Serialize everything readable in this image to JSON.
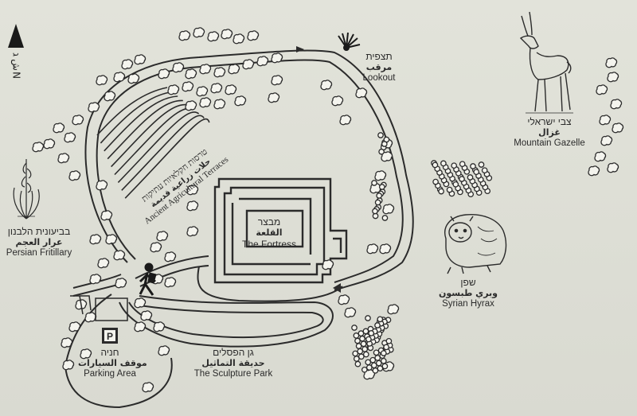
{
  "compass": {
    "icon": "north-arrow-icon",
    "labels": [
      "ג",
      "ش",
      "N"
    ]
  },
  "labels": {
    "lookout": {
      "he": "תצפית",
      "ar": "مرقب",
      "en": "Lookout"
    },
    "gazelle": {
      "he": "צבי ישראלי",
      "ar": "غزال",
      "en": "Mountain Gazelle"
    },
    "terraces": {
      "he": "טרסות חקלאיות עתיקות",
      "ar": "حلات زراعية قديمة",
      "en": "Ancient Agricultural Terraces"
    },
    "fortress": {
      "he": "מבצר",
      "ar": "القلعة",
      "en": "The Fortress"
    },
    "fritillary": {
      "he": "בביעונית הלבנון",
      "ar": "عرار العجم",
      "en": "Persian Fritillary"
    },
    "hyrax": {
      "he": "שפן",
      "ar": "وبري طبسون",
      "en": "Syrian Hyrax"
    },
    "parking": {
      "icon_letter": "P",
      "he": "חניה",
      "ar": "موقف السيارات",
      "en": "Parking Area"
    },
    "sculpture": {
      "he": "גן הפסלים",
      "ar": "حديقة التماثيل",
      "en": "The Sculpture Park"
    }
  },
  "colors": {
    "background": "#dcddd4",
    "ink": "#2b2b2b",
    "paper": "#f4f4ee"
  }
}
